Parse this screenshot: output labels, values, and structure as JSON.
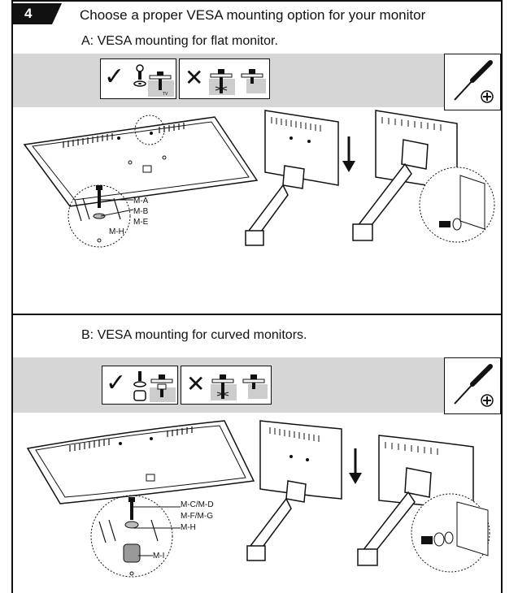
{
  "step": {
    "number": "4",
    "title": "Choose a proper VESA mounting option for your monitor"
  },
  "section_a": {
    "title": "A: VESA mounting for flat monitor.",
    "ok_mark": "✓",
    "wrong_mark": "✕",
    "tv_label": "TV",
    "labels": [
      "M-A",
      "M-B",
      "M-E",
      "M-H"
    ]
  },
  "section_b": {
    "title": "B: VESA mounting for curved monitors.",
    "ok_mark": "✓",
    "wrong_mark": "✕",
    "labels": [
      "M-C/M-D",
      "M-F/M-G",
      "M-H",
      "M-I"
    ]
  },
  "icons": [
    "screwdriver-icon",
    "phillips-icon",
    "down-arrow-icon",
    "screw-icon",
    "washer-icon"
  ]
}
